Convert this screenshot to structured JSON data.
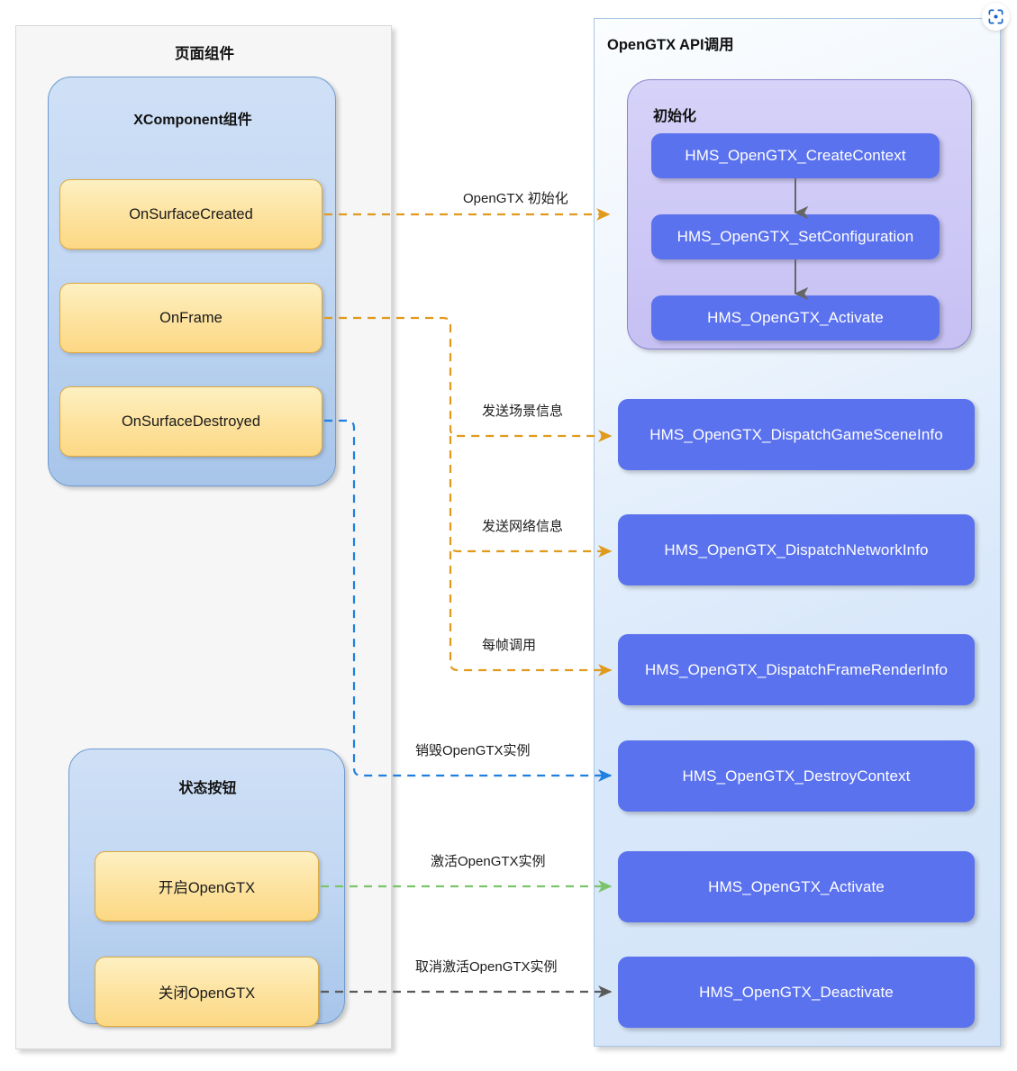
{
  "colors": {
    "orange_edge": "#e09a1c",
    "blue_edge": "#1f7fe0",
    "green_edge": "#7bc46c",
    "gray_edge": "#5a5a5a",
    "api_box": "#5b72ee",
    "group_blue": "#c3d8f3",
    "group_purple": "#cdc8f6",
    "yellow_box": "#fde3a0"
  },
  "scan_icon": "scan-focus-icon",
  "left_panel": {
    "title": "页面组件",
    "xcomponent": {
      "title": "XComponent组件",
      "items": [
        {
          "label": "OnSurfaceCreated"
        },
        {
          "label": "OnFrame"
        },
        {
          "label": "OnSurfaceDestroyed"
        }
      ]
    },
    "state_buttons": {
      "title": "状态按钮",
      "items": [
        {
          "label": "开启OpenGTX"
        },
        {
          "label": "关闭OpenGTX"
        }
      ]
    }
  },
  "right_panel": {
    "title": "OpenGTX API调用",
    "init_group": {
      "title": "初始化",
      "items": [
        {
          "label": "HMS_OpenGTX_CreateContext"
        },
        {
          "label": "HMS_OpenGTX_SetConfiguration"
        },
        {
          "label": "HMS_OpenGTX_Activate"
        }
      ]
    },
    "api_calls": [
      {
        "label": "HMS_OpenGTX_DispatchGameSceneInfo"
      },
      {
        "label": "HMS_OpenGTX_DispatchNetworkInfo"
      },
      {
        "label": "HMS_OpenGTX_DispatchFrameRenderInfo"
      },
      {
        "label": "HMS_OpenGTX_DestroyContext"
      },
      {
        "label": "HMS_OpenGTX_Activate"
      },
      {
        "label": "HMS_OpenGTX_Deactivate"
      }
    ]
  },
  "connections": [
    {
      "label": "OpenGTX 初始化",
      "color": "#e09a1c",
      "from": "OnSurfaceCreated",
      "to": "HMS_OpenGTX_SetConfiguration"
    },
    {
      "label": "发送场景信息",
      "color": "#e09a1c",
      "from": "OnFrame",
      "to": "HMS_OpenGTX_DispatchGameSceneInfo"
    },
    {
      "label": "发送网络信息",
      "color": "#e09a1c",
      "from": "OnFrame",
      "to": "HMS_OpenGTX_DispatchNetworkInfo"
    },
    {
      "label": "每帧调用",
      "color": "#e09a1c",
      "from": "OnFrame",
      "to": "HMS_OpenGTX_DispatchFrameRenderInfo"
    },
    {
      "label": "销毁OpenGTX实例",
      "color": "#1f7fe0",
      "from": "OnSurfaceDestroyed",
      "to": "HMS_OpenGTX_DestroyContext"
    },
    {
      "label": "激活OpenGTX实例",
      "color": "#7bc46c",
      "from": "开启OpenGTX",
      "to": "HMS_OpenGTX_Activate"
    },
    {
      "label": "取消激活OpenGTX实例",
      "color": "#5a5a5a",
      "from": "关闭OpenGTX",
      "to": "HMS_OpenGTX_Deactivate"
    }
  ]
}
